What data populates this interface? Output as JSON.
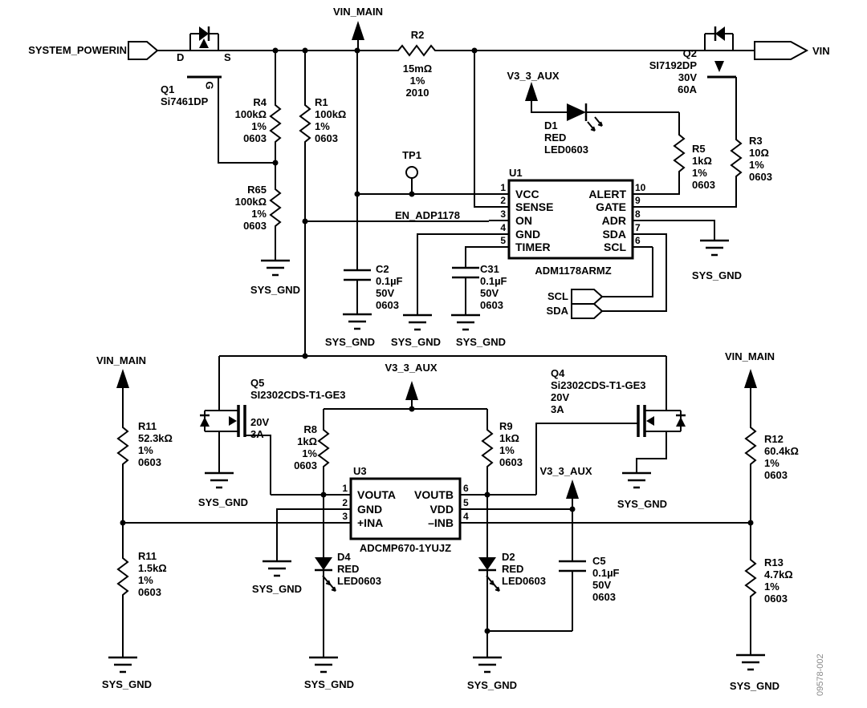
{
  "connectors": {
    "system_powerin": "SYSTEM_POWERIN",
    "vin": "VIN",
    "scl": "SCL",
    "sda": "SDA"
  },
  "nets": {
    "vin_main": "VIN_MAIN",
    "v3_3_aux": "V3_3_AUX",
    "sys_gnd": "SYS_GND",
    "en_adp1178": "EN_ADP1178"
  },
  "test_point": {
    "ref": "TP1"
  },
  "ics": {
    "u1": {
      "ref": "U1",
      "part": "ADM1178ARMZ",
      "left_pins": [
        {
          "num": "1",
          "name": "VCC"
        },
        {
          "num": "2",
          "name": "SENSE"
        },
        {
          "num": "3",
          "name": "ON"
        },
        {
          "num": "4",
          "name": "GND"
        },
        {
          "num": "5",
          "name": "TIMER"
        }
      ],
      "right_pins": [
        {
          "num": "10",
          "name": "ALERT"
        },
        {
          "num": "9",
          "name": "GATE"
        },
        {
          "num": "8",
          "name": "ADR"
        },
        {
          "num": "7",
          "name": "SDA"
        },
        {
          "num": "6",
          "name": "SCL"
        }
      ]
    },
    "u3": {
      "ref": "U3",
      "part": "ADCMP670-1YUJZ",
      "left_pins": [
        {
          "num": "1",
          "name": "VOUTA"
        },
        {
          "num": "2",
          "name": "GND"
        },
        {
          "num": "3",
          "name": "+INA"
        }
      ],
      "right_pins": [
        {
          "num": "6",
          "name": "VOUTB"
        },
        {
          "num": "5",
          "name": "VDD"
        },
        {
          "num": "4",
          "name": "–INB"
        }
      ]
    }
  },
  "transistors": {
    "q1": {
      "ref": "Q1",
      "part": "Si7461DP",
      "d": "D",
      "s": "S",
      "g": "G"
    },
    "q2": {
      "ref": "Q2",
      "part": "SI7192DP",
      "rating_v": "30V",
      "rating_a": "60A"
    },
    "q4": {
      "ref": "Q4",
      "part": "Si2302CDS-T1-GE3",
      "rating_v": "20V",
      "rating_a": "3A"
    },
    "q5": {
      "ref": "Q5",
      "part": "SI2302CDS-T1-GE3",
      "rating_v": "20V",
      "rating_a": "3A"
    }
  },
  "resistors": {
    "r1": {
      "ref": "R1",
      "value": "100kΩ",
      "tol": "1%",
      "pkg": "0603"
    },
    "r2": {
      "ref": "R2",
      "value": "15mΩ",
      "tol": "1%",
      "pkg": "2010"
    },
    "r3": {
      "ref": "R3",
      "value": "10Ω",
      "tol": "1%",
      "pkg": "0603"
    },
    "r4": {
      "ref": "R4",
      "value": "100kΩ",
      "tol": "1%",
      "pkg": "0603"
    },
    "r5": {
      "ref": "R5",
      "value": "1kΩ",
      "tol": "1%",
      "pkg": "0603"
    },
    "r65": {
      "ref": "R65",
      "value": "100kΩ",
      "tol": "1%",
      "pkg": "0603"
    },
    "r8": {
      "ref": "R8",
      "value": "1kΩ",
      "tol": "1%",
      "pkg": "0603"
    },
    "r9": {
      "ref": "R9",
      "value": "1kΩ",
      "tol": "1%",
      "pkg": "0603"
    },
    "r11_top": {
      "ref": "R11",
      "value": "52.3kΩ",
      "tol": "1%",
      "pkg": "0603"
    },
    "r11_bottom": {
      "ref": "R11",
      "value": "1.5kΩ",
      "tol": "1%",
      "pkg": "0603"
    },
    "r12": {
      "ref": "R12",
      "value": "60.4kΩ",
      "tol": "1%",
      "pkg": "0603"
    },
    "r13": {
      "ref": "R13",
      "value": "4.7kΩ",
      "tol": "1%",
      "pkg": "0603"
    }
  },
  "capacitors": {
    "c2": {
      "ref": "C2",
      "value": "0.1µF",
      "voltage": "50V",
      "pkg": "0603"
    },
    "c31": {
      "ref": "C31",
      "value": "0.1µF",
      "voltage": "50V",
      "pkg": "0603"
    },
    "c5": {
      "ref": "C5",
      "value": "0.1µF",
      "voltage": "50V",
      "pkg": "0603"
    }
  },
  "leds": {
    "d1": {
      "ref": "D1",
      "color": "RED",
      "pkg": "LED0603"
    },
    "d2": {
      "ref": "D2",
      "color": "RED",
      "pkg": "LED0603"
    },
    "d4": {
      "ref": "D4",
      "color": "RED",
      "pkg": "LED0603"
    }
  },
  "figure_number": "09578-002",
  "colors": {
    "wire": "#000000",
    "background": "#ffffff",
    "watermark": "#8a8a8a"
  }
}
